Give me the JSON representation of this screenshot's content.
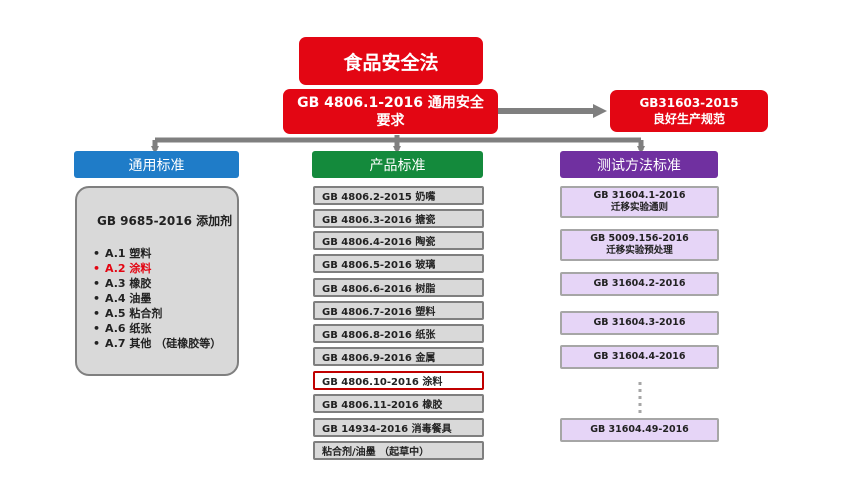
{
  "top": {
    "food_law": "食品安全法",
    "general_safety": "GB 4806.1-2016 通用安全要求",
    "gmp": [
      "GB31603-2015",
      "良好生产规范"
    ]
  },
  "headers": {
    "general": "通用标准",
    "product": "产品标准",
    "test": "测试方法标准"
  },
  "colors": {
    "red": "#e30613",
    "general": "#1f7cc8",
    "product": "#148a3c",
    "test": "#7030a0",
    "highlight_item": "#e30613"
  },
  "general": {
    "title": "GB 9685-2016 添加剂",
    "items": [
      {
        "text": "A.1 塑料",
        "highlight": false
      },
      {
        "text": "A.2 涂料",
        "highlight": true
      },
      {
        "text": "A.3 橡胶",
        "highlight": false
      },
      {
        "text": "A.4  油墨",
        "highlight": false
      },
      {
        "text": "A.5 粘合剂",
        "highlight": false
      },
      {
        "text": "A.6 纸张",
        "highlight": false
      },
      {
        "text": "A.7 其他 （硅橡胶等）",
        "highlight": false
      }
    ]
  },
  "product": [
    "GB 4806.2-2015 奶嘴",
    "GB 4806.3-2016 搪瓷",
    "GB 4806.4-2016 陶瓷",
    "GB 4806.5-2016 玻璃",
    "GB 4806.6-2016 树脂",
    "GB 4806.7-2016 塑料",
    "GB 4806.8-2016 纸张",
    "GB 4806.9-2016 金属",
    "GB 4806.10-2016 涂料",
    "GB 4806.11-2016 橡胶",
    "GB 14934-2016  消毒餐具",
    "粘合剂/油墨 （起草中）"
  ],
  "product_highlight_index": 8,
  "test": [
    [
      "GB 31604.1-2016",
      "迁移实验通则"
    ],
    [
      "GB 5009.156-2016",
      "迁移实验预处理"
    ],
    [
      "GB 31604.2-2016"
    ],
    [
      "GB 31604.3-2016"
    ],
    [
      "GB 31604.4-2016"
    ],
    [
      "GB 31604.49-2016"
    ]
  ]
}
